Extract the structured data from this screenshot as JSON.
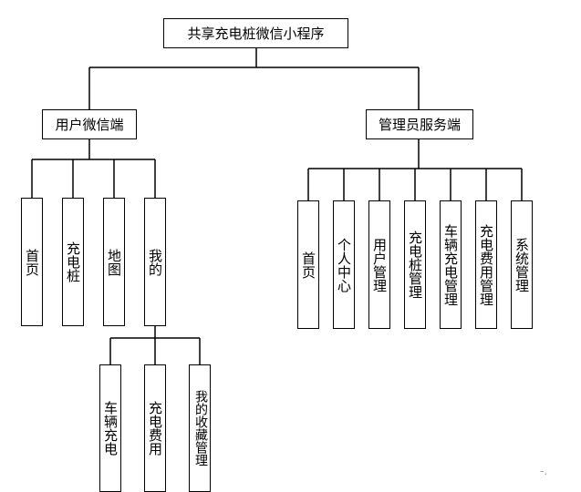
{
  "diagram": {
    "root": {
      "label": "共享充电桩微信小程序"
    },
    "branches": [
      {
        "label": "用户微信端",
        "children": [
          {
            "label": "首页"
          },
          {
            "label": "充电桩"
          },
          {
            "label": "地图"
          },
          {
            "label": "我的",
            "children": [
              {
                "label": "车辆充电"
              },
              {
                "label": "充电费用"
              },
              {
                "label": "我的收藏管理"
              }
            ]
          }
        ]
      },
      {
        "label": "管理员服务端",
        "children": [
          {
            "label": "首页"
          },
          {
            "label": "个人中心"
          },
          {
            "label": "用户管理"
          },
          {
            "label": "充电桩管理"
          },
          {
            "label": "车辆充电管理"
          },
          {
            "label": "充电费用管理"
          },
          {
            "label": "系统管理"
          }
        ]
      }
    ],
    "corner_mark": "-."
  }
}
